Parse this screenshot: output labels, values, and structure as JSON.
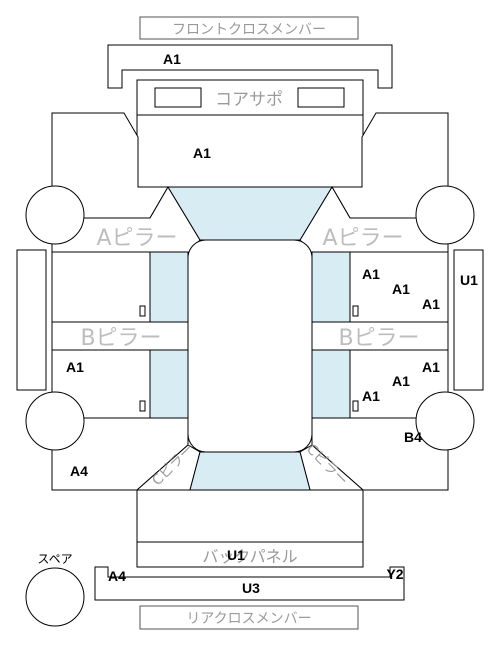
{
  "parts": {
    "front_cross_member": "フロントクロスメンバー",
    "core_support": "コアサポ",
    "a_pillar_left": "Aピラー",
    "a_pillar_right": "Aピラー",
    "b_pillar_left": "Bピラー",
    "b_pillar_right": "Bピラー",
    "c_pillar_left": "Cピラー",
    "c_pillar_right": "Cピラー",
    "back_panel": "バックパネル",
    "rear_cross_member": "リアクロスメンバー",
    "spare": "スペア"
  },
  "codes": {
    "front_cross_member": "A1",
    "hood": "A1",
    "right_front_door_1": "A1",
    "right_front_door_2": "A1",
    "right_front_door_3": "A1",
    "right_u1": "U1",
    "left_rear_door": "A1",
    "right_rear_door_1": "A1",
    "right_rear_door_2": "A1",
    "right_rear_door_3": "A1",
    "right_rear_fender": "B4",
    "left_rear_fender": "A4",
    "back_panel": "U1",
    "rear_left": "A4",
    "rear_right": "Y2",
    "rear_panel": "U3"
  },
  "colors": {
    "glass": "#d7ecf3",
    "outline": "#000000",
    "label_gray": "#9a9a9a"
  }
}
